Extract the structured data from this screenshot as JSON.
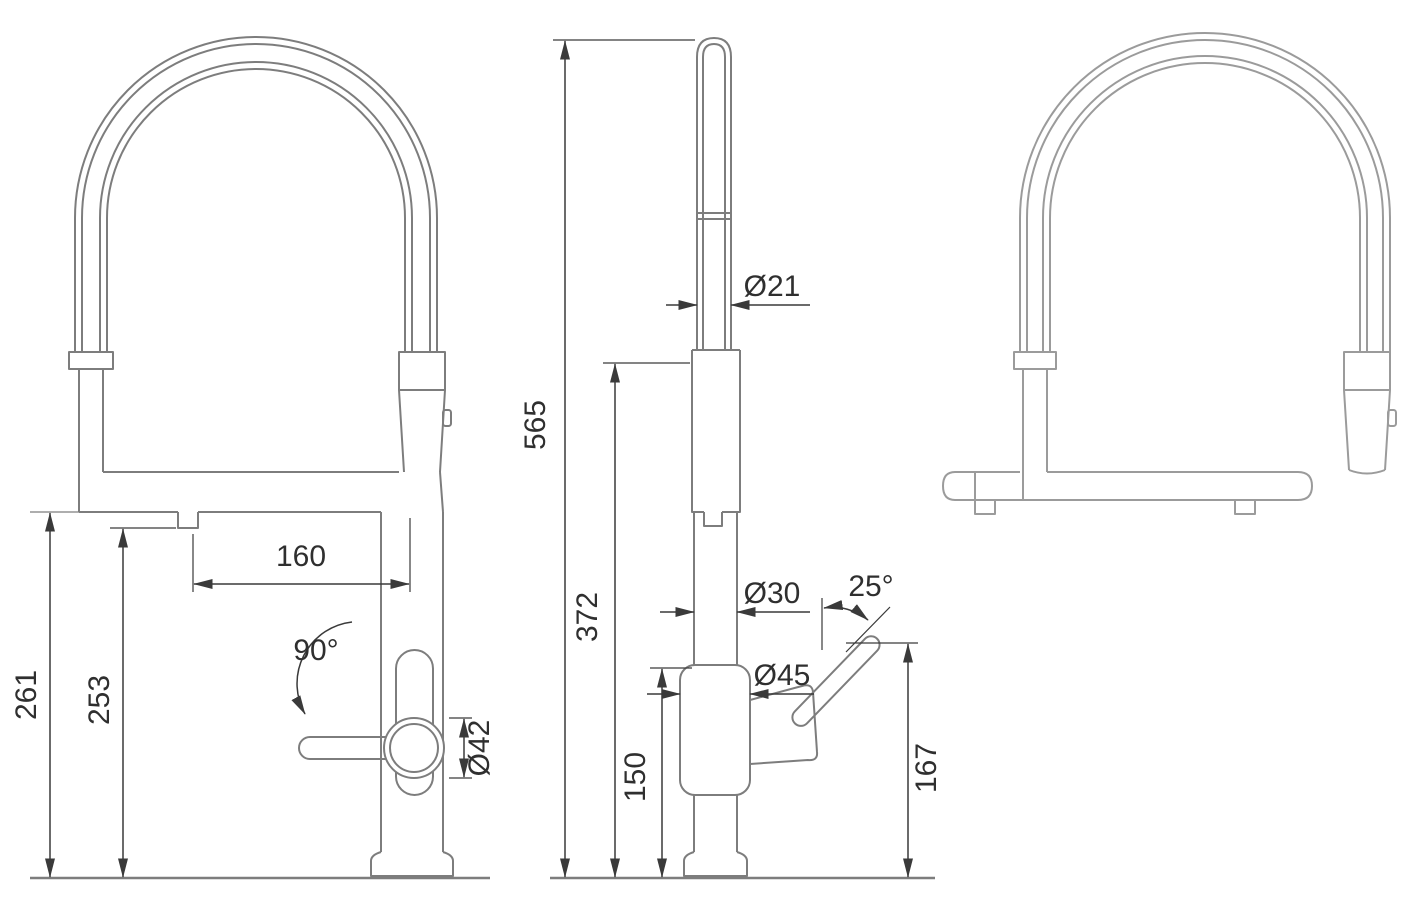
{
  "drawing": {
    "type": "technical-dimension-drawing",
    "dims": {
      "front": {
        "d261": "261",
        "d253": "253",
        "d160": "160",
        "a90": "90°",
        "d42": "Ø42"
      },
      "side": {
        "d565": "565",
        "d372": "372",
        "d21": "Ø21",
        "d30": "Ø30",
        "d45": "Ø45",
        "d150": "150",
        "a25": "25°",
        "d167": "167"
      }
    },
    "colors": {
      "outline": "#7d7d7d",
      "outline_light": "#9b9b9b",
      "dimension": "#3a3a3a",
      "text": "#2f2f2f",
      "background": "#ffffff"
    }
  }
}
